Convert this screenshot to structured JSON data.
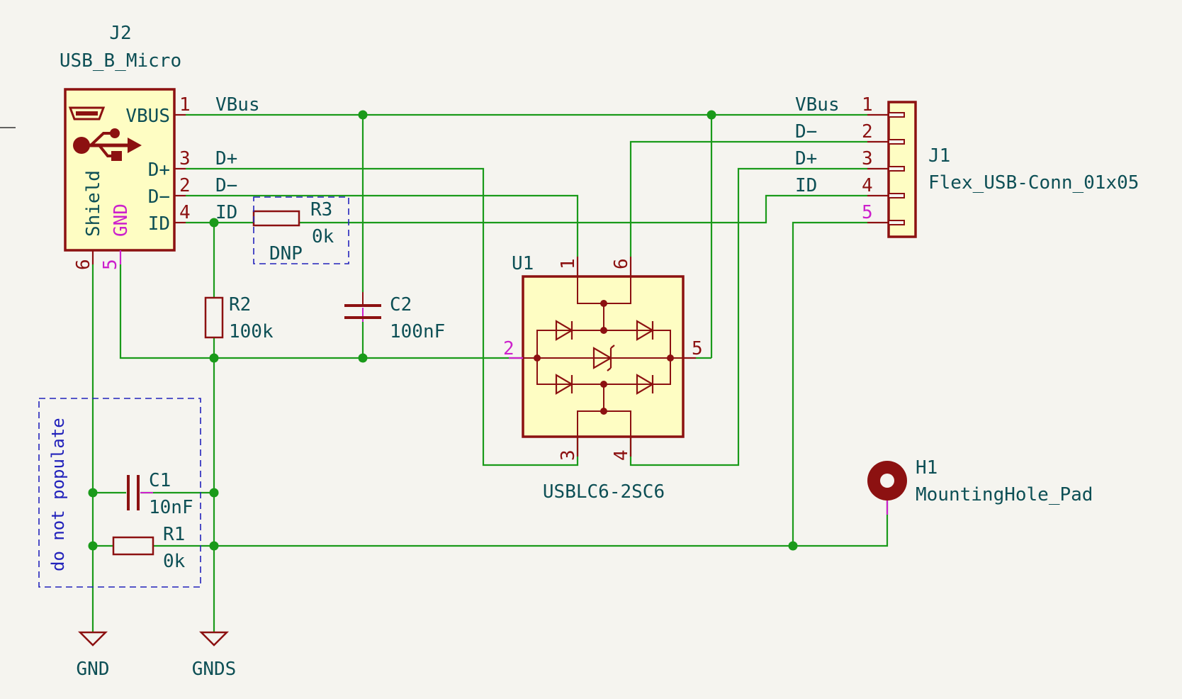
{
  "colors": {
    "background": "#f5f4ef",
    "wire": "#1a9a1a",
    "junction": "#1a9a1a",
    "component_outline": "#8c1111",
    "component_fill": "#fefdc3",
    "pin_number": "#8c1111",
    "pin_number_hidden": "#cc20cc",
    "label_text": "#0d4f55",
    "note": "#2222bb"
  },
  "j2": {
    "ref": "J2",
    "value": "USB_B_Micro",
    "pins": {
      "vbus": "VBUS",
      "dplus": "D+",
      "dminus": "D−",
      "id": "ID",
      "shield": "Shield",
      "gnd": "GND"
    },
    "pin_numbers": {
      "vbus": "1",
      "dplus": "3",
      "dminus": "2",
      "id": "4",
      "shield": "6",
      "gnd": "5"
    },
    "icons": [
      "usb-receptacle-icon",
      "usb-trident-icon"
    ]
  },
  "j1": {
    "ref": "J1",
    "value": "Flex_USB-Conn_01x05",
    "pins": [
      "VBus",
      "D−",
      "D+",
      "ID",
      ""
    ],
    "pin_numbers": [
      "1",
      "2",
      "3",
      "4",
      "5"
    ]
  },
  "u1": {
    "ref": "U1",
    "value": "USBLC6-2SC6",
    "pin_numbers": {
      "p1": "1",
      "p6": "6",
      "p2": "2",
      "p5": "5",
      "p3": "3",
      "p4": "4"
    }
  },
  "r1": {
    "ref": "R1",
    "value": "0k"
  },
  "r2": {
    "ref": "R2",
    "value": "100k"
  },
  "r3": {
    "ref": "R3",
    "value": "0k",
    "note": "DNP"
  },
  "c1": {
    "ref": "C1",
    "value": "10nF"
  },
  "c2": {
    "ref": "C2",
    "value": "100nF"
  },
  "h1": {
    "ref": "H1",
    "value": "MountingHole_Pad"
  },
  "nets": {
    "vbus": "VBus",
    "dplus": "D+",
    "dminus": "D−",
    "id": "ID"
  },
  "power": {
    "gnd": "GND",
    "gnds": "GNDS"
  },
  "notes": {
    "do_not_populate": "do not populate"
  }
}
